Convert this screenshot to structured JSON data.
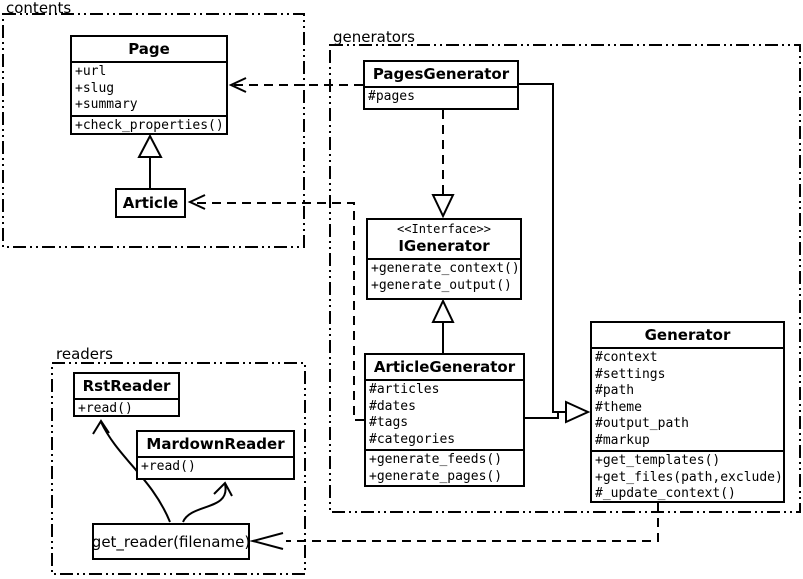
{
  "packages": {
    "contents": {
      "label": "contents"
    },
    "generators": {
      "label": "generators"
    },
    "readers": {
      "label": "readers"
    }
  },
  "classes": {
    "page": {
      "title": "Page",
      "attributes": [
        "+url",
        "+slug",
        "+summary"
      ],
      "methods": [
        "+check_properties()"
      ]
    },
    "article": {
      "title": "Article"
    },
    "pages_generator": {
      "title": "PagesGenerator",
      "attributes": [
        "#pages"
      ]
    },
    "igenerator": {
      "stereotype": "<<Interface>>",
      "title": "IGenerator",
      "methods": [
        "+generate_context()",
        "+generate_output()"
      ]
    },
    "article_generator": {
      "title": "ArticleGenerator",
      "attributes": [
        "#articles",
        "#dates",
        "#tags",
        "#categories"
      ],
      "methods": [
        "+generate_feeds()",
        "+generate_pages()"
      ]
    },
    "generator": {
      "title": "Generator",
      "attributes": [
        "#context",
        "#settings",
        "#path",
        "#theme",
        "#output_path",
        "#markup"
      ],
      "methods": [
        "+get_templates()",
        "+get_files(path,exclude)",
        "#_update_context()"
      ]
    },
    "rst_reader": {
      "title": "RstReader",
      "methods": [
        "+read()"
      ]
    },
    "mardown_reader": {
      "title": "MardownReader",
      "methods": [
        "+read()"
      ]
    },
    "get_reader": {
      "label": "get_reader(filename)"
    }
  },
  "relationships": [
    {
      "from": "Article",
      "to": "Page",
      "type": "generalization",
      "style": "solid-hollow-triangle"
    },
    {
      "from": "PagesGenerator",
      "to": "Page",
      "type": "dependency",
      "style": "dashed-open-arrow"
    },
    {
      "from": "ArticleGenerator",
      "to": "Article",
      "type": "dependency",
      "style": "dashed-open-arrow"
    },
    {
      "from": "PagesGenerator",
      "to": "IGenerator",
      "type": "realization",
      "style": "dashed-hollow-triangle"
    },
    {
      "from": "ArticleGenerator",
      "to": "IGenerator",
      "type": "generalization",
      "style": "solid-hollow-triangle"
    },
    {
      "from": "PagesGenerator",
      "to": "Generator",
      "type": "generalization",
      "style": "solid-hollow-triangle"
    },
    {
      "from": "ArticleGenerator",
      "to": "Generator",
      "type": "generalization",
      "style": "solid-hollow-triangle"
    },
    {
      "from": "Generator",
      "to": "get_reader(filename)",
      "type": "dependency",
      "style": "dashed-open-arrow"
    },
    {
      "from": "get_reader(filename)",
      "to": "RstReader",
      "type": "dispatch",
      "style": "curved-open-arrow"
    },
    {
      "from": "get_reader(filename)",
      "to": "MardownReader",
      "type": "dispatch",
      "style": "curved-open-arrow"
    }
  ],
  "colors": {
    "line": "#000000",
    "background": "#ffffff",
    "box_fill": "#ffffff"
  }
}
